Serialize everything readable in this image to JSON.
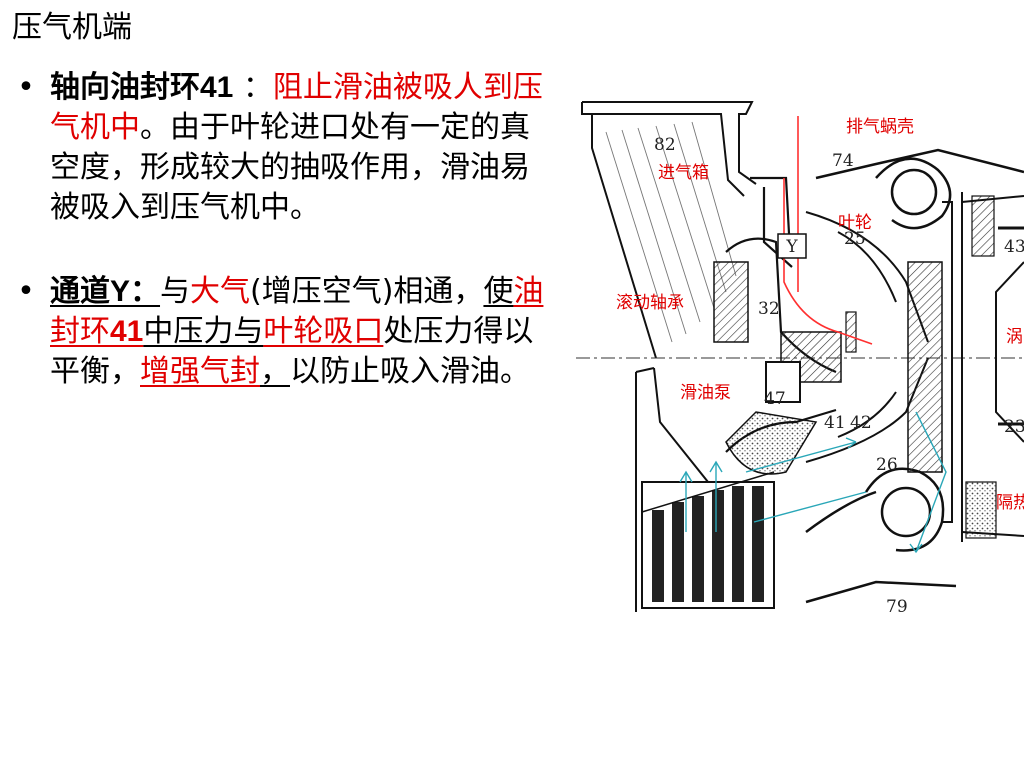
{
  "title": "压气机端",
  "bullet_glyph": "•",
  "bullets": [
    {
      "lead": "轴向油封环41",
      "colon": " ：",
      "red1": "阻止滑油被吸人到压气机中",
      "rest": "。由于叶轮进口处有一定的真空度，形成较大的抽吸作用，滑油易被吸入到压气机中。"
    },
    {
      "lead": "通道Y：",
      "t1": "与",
      "red_air": "大气",
      "t2": "(增压空气)相通，",
      "t3": "使",
      "red_ring": "油封环",
      "red_ring_num": "41",
      "t4": "中压力与",
      "red_inlet": "叶轮吸口",
      "t5": "处压力得以平衡，",
      "red_seal": "增强气封",
      "t6": "，",
      "t7": "以防止吸入滑油。"
    }
  ],
  "diagram": {
    "labels": {
      "intake_box": "进气箱",
      "exhaust_volute": "排气蜗壳",
      "impeller": "叶轮",
      "rolling_bearing": "滚动轴承",
      "oil_pump": "滑油泵",
      "partial_right_1": "涡",
      "partial_right_2": "隔热"
    },
    "part_numbers": [
      "82",
      "74",
      "25",
      "43",
      "32",
      "47",
      "41",
      "42",
      "26",
      "23",
      "79"
    ],
    "channel_label": "Y",
    "colors": {
      "label_red": "#e00000",
      "line_red": "#ff3030",
      "flow_teal": "#2aa7b8"
    }
  }
}
